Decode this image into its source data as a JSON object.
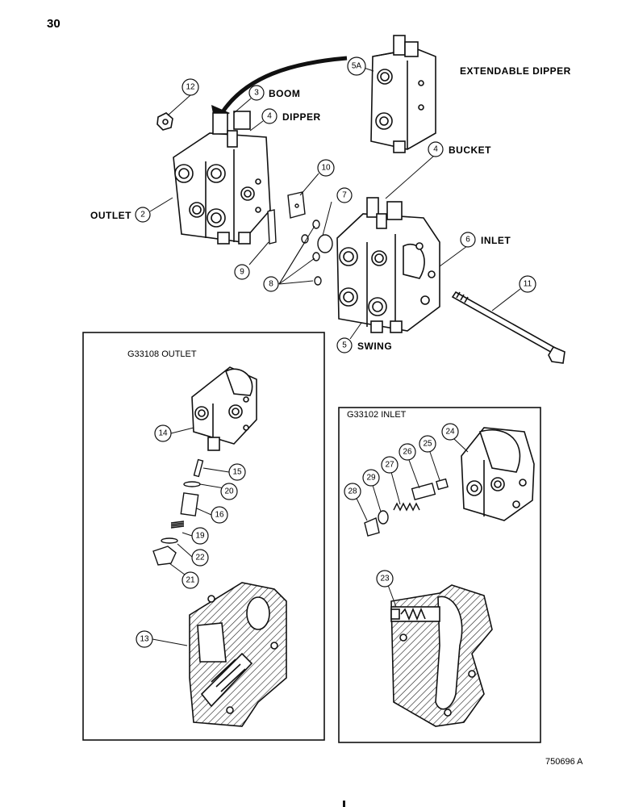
{
  "page_number": "30",
  "figure_code": "750696 A",
  "labels": {
    "extendable_dipper": "EXTENDABLE DIPPER",
    "boom": "BOOM",
    "dipper": "DIPPER",
    "bucket": "BUCKET",
    "outlet": "OUTLET",
    "inlet": "INLET",
    "swing": "SWING"
  },
  "inset_outlet": {
    "title": "G33108 OUTLET"
  },
  "inset_inlet": {
    "title": "G33102 INLET"
  },
  "callouts": {
    "c2": "2",
    "c3": "3",
    "c4a": "4",
    "c4b": "4",
    "c5": "5",
    "c5a": "5A",
    "c6": "6",
    "c7": "7",
    "c8": "8",
    "c9": "9",
    "c10": "10",
    "c11": "11",
    "c12": "12",
    "c13": "13",
    "c14": "14",
    "c15": "15",
    "c16": "16",
    "c19": "19",
    "c20": "20",
    "c21": "21",
    "c22": "22",
    "c23": "23",
    "c24": "24",
    "c25": "25",
    "c26": "26",
    "c27": "27",
    "c28": "28",
    "c29": "29"
  }
}
